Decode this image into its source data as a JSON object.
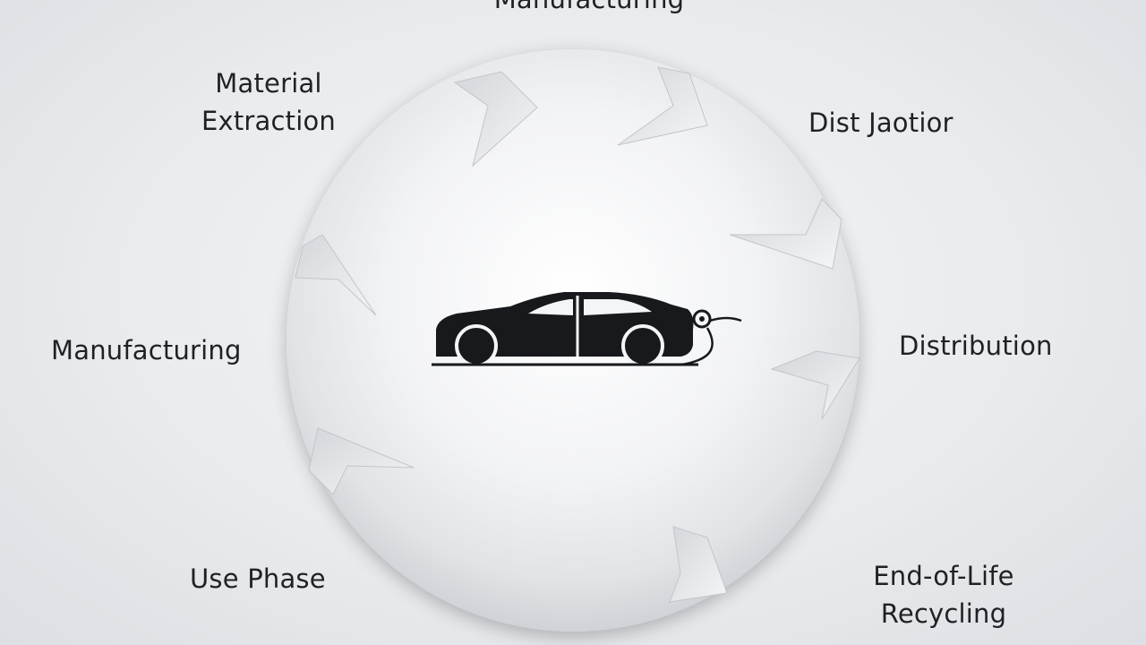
{
  "diagram": {
    "stages": {
      "top": "Manufacturing",
      "top_left": [
        "Material",
        "Extraction"
      ],
      "top_right": "Dist  Jaotior",
      "left": "Manufacturing",
      "right": "Distribution",
      "bottom_left": "Use Phase",
      "bottom_right": [
        "End-of-Life",
        "Recycling"
      ]
    },
    "center_icon": "electric-car-charging-icon",
    "colors": {
      "background": "#e9ebee",
      "circle": "#f6f7f8",
      "circle_shade": "#c9ccd1",
      "car": "#17191c",
      "text": "#1f2124"
    }
  }
}
